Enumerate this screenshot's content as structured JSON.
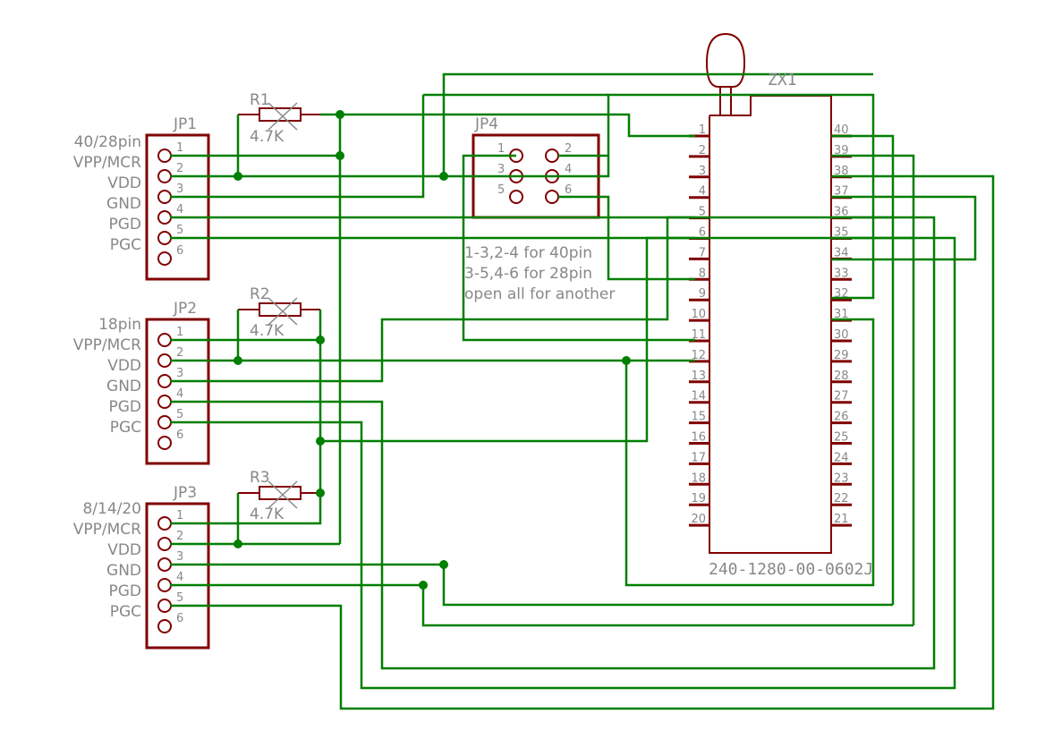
{
  "connectors": [
    {
      "name": "JP1",
      "group": "40/28pin",
      "signals": [
        "VPP/MCR",
        "VDD",
        "GND",
        "PGD",
        "PGC"
      ],
      "pins": [
        "1",
        "2",
        "3",
        "4",
        "5",
        "6"
      ]
    },
    {
      "name": "JP2",
      "group": "18pin",
      "signals": [
        "VPP/MCR",
        "VDD",
        "GND",
        "PGD",
        "PGC"
      ],
      "pins": [
        "1",
        "2",
        "3",
        "4",
        "5",
        "6"
      ]
    },
    {
      "name": "JP3",
      "group": "8/14/20",
      "signals": [
        "VPP/MCR",
        "VDD",
        "GND",
        "PGD",
        "PGC"
      ],
      "pins": [
        "1",
        "2",
        "3",
        "4",
        "5",
        "6"
      ]
    }
  ],
  "resistors": [
    {
      "name": "R1",
      "value": "4.7K"
    },
    {
      "name": "R2",
      "value": "4.7K"
    },
    {
      "name": "R3",
      "value": "4.7K"
    }
  ],
  "jumper": {
    "name": "JP4",
    "pins": [
      "1",
      "2",
      "3",
      "4",
      "5",
      "6"
    ],
    "notes": [
      "1-3,2-4 for 40pin",
      "3-5,4-6 for 28pin",
      "open all for another"
    ]
  },
  "socket": {
    "name": "ZX1",
    "part_number": "240-1280-00-0602J",
    "left_pins": [
      "1",
      "2",
      "3",
      "4",
      "5",
      "6",
      "7",
      "8",
      "9",
      "10",
      "11",
      "12",
      "13",
      "14",
      "15",
      "16",
      "17",
      "18",
      "19",
      "20"
    ],
    "right_pins": [
      "40",
      "39",
      "38",
      "37",
      "36",
      "35",
      "34",
      "33",
      "32",
      "31",
      "30",
      "29",
      "28",
      "27",
      "26",
      "25",
      "24",
      "23",
      "22",
      "21"
    ]
  },
  "colors": {
    "wire": "#007f00",
    "part": "#800000",
    "text": "#888888",
    "background": "#ffffff"
  }
}
